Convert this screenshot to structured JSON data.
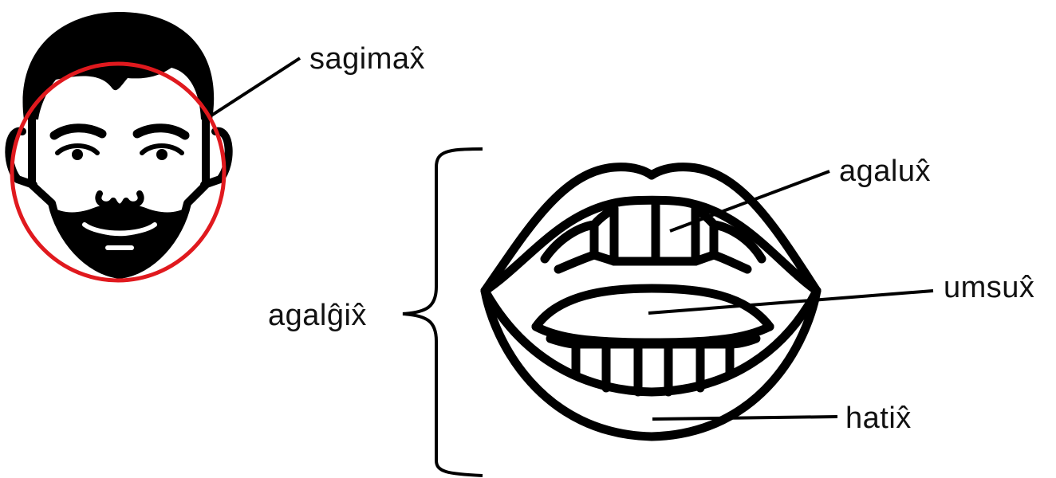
{
  "labels": {
    "face": "sagimax̂",
    "tooth": "agalux̂",
    "tongue": "umsux̂",
    "lip": "hatix̂",
    "mouth": "agalĝix̂"
  },
  "colors": {
    "ink": "#000000",
    "highlight_circle": "#e0191e"
  },
  "icons": [
    "face-with-beard-icon",
    "open-mouth-icon"
  ]
}
